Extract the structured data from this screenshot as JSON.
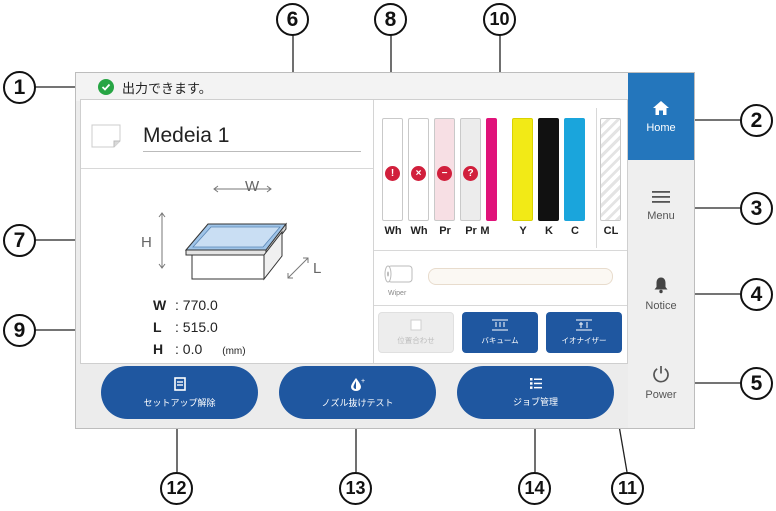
{
  "status": {
    "text": "出力できます。",
    "icon": "check-circle-icon",
    "color": "#27a544"
  },
  "media": {
    "name": "Medeia 1"
  },
  "table_labels": {
    "w": "W",
    "h": "H",
    "l": "L"
  },
  "dimensions": [
    {
      "key": "W",
      "value": ": 770.0"
    },
    {
      "key": "L",
      "value": ": 515.0"
    },
    {
      "key": "H",
      "value": ": 0.0"
    }
  ],
  "unit": "(mm)",
  "inks": [
    {
      "label": "Wh",
      "color": "#ffffff",
      "status": "!"
    },
    {
      "label": "Wh",
      "color": "#ffffff",
      "status": "×"
    },
    {
      "label": "Pr",
      "color": "#f7dfe4",
      "status": "−"
    },
    {
      "label": "Pr",
      "color": "#ececec",
      "status": "?"
    },
    {
      "label": "M",
      "color": "#e0137a",
      "status": ""
    },
    {
      "label": "Y",
      "color": "#f2ea16",
      "status": ""
    },
    {
      "label": "K",
      "color": "#111111",
      "status": ""
    },
    {
      "label": "C",
      "color": "#1aa5dc",
      "status": ""
    },
    {
      "label": "CL",
      "color": "striped",
      "status": ""
    }
  ],
  "wiper": {
    "label": "Wiper"
  },
  "function_buttons": [
    {
      "label": "位置合わせ",
      "icon": "square-icon",
      "enabled": false
    },
    {
      "label": "バキューム",
      "icon": "vacuum-icon",
      "enabled": true
    },
    {
      "label": "イオナイザー",
      "icon": "ionizer-icon",
      "enabled": true
    }
  ],
  "bottom_buttons": [
    {
      "label": "セットアップ解除",
      "icon": "setup-icon"
    },
    {
      "label": "ノズル抜けテスト",
      "icon": "nozzle-test-icon"
    },
    {
      "label": "ジョブ管理",
      "icon": "job-list-icon"
    }
  ],
  "nav": [
    {
      "label": "Home",
      "icon": "home-icon",
      "active": true
    },
    {
      "label": "Menu",
      "icon": "menu-icon",
      "active": false
    },
    {
      "label": "Notice",
      "icon": "bell-icon",
      "active": false
    },
    {
      "label": "Power",
      "icon": "power-icon",
      "active": false
    }
  ],
  "callouts": [
    "1",
    "2",
    "3",
    "4",
    "5",
    "6",
    "7",
    "8",
    "9",
    "10",
    "11",
    "12",
    "13",
    "14"
  ],
  "colors": {
    "primary": "#1f57a0",
    "nav_active": "#2476bc",
    "error": "#d11f3c"
  }
}
